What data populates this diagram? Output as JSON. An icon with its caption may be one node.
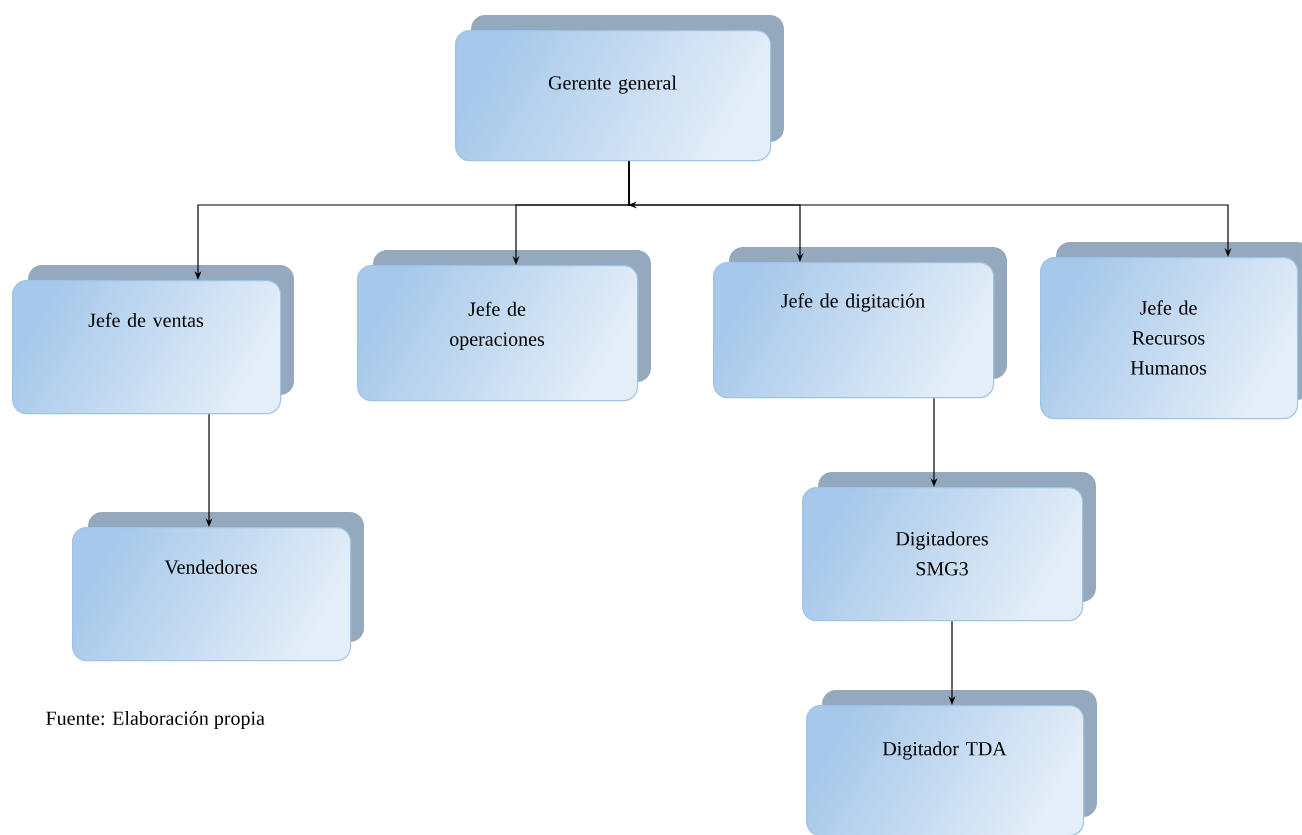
{
  "diagram": {
    "nodes": [
      {
        "text": [
          "Gerente general"
        ]
      },
      {
        "text": [
          "Jefe de ventas"
        ]
      },
      {
        "text": [
          "Jefe de operaciones"
        ]
      },
      {
        "text": [
          "Jefe de digitación"
        ]
      },
      {
        "text": [
          "Jefe de Recursos Humanos"
        ]
      },
      {
        "text": [
          "Vendedores"
        ]
      },
      {
        "text": [
          "Digitadores SMG3"
        ]
      },
      {
        "text": [
          "Digitador TDA"
        ]
      }
    ],
    "edges": [
      {
        "from": 0,
        "to": 1,
        "arrow": "to"
      },
      {
        "from": 0,
        "to": 2,
        "arrow": "to"
      },
      {
        "from": 0,
        "to": 3,
        "arrow": "to"
      },
      {
        "from": 0,
        "to": 4,
        "arrow": "to"
      },
      {
        "from": 1,
        "to": 5,
        "arrow": "to"
      },
      {
        "from": 3,
        "to": 6,
        "arrow": "to"
      },
      {
        "from": 6,
        "to": 7,
        "arrow": "to"
      }
    ],
    "labels": [
      "Fuente: Elaboración propia"
    ]
  }
}
